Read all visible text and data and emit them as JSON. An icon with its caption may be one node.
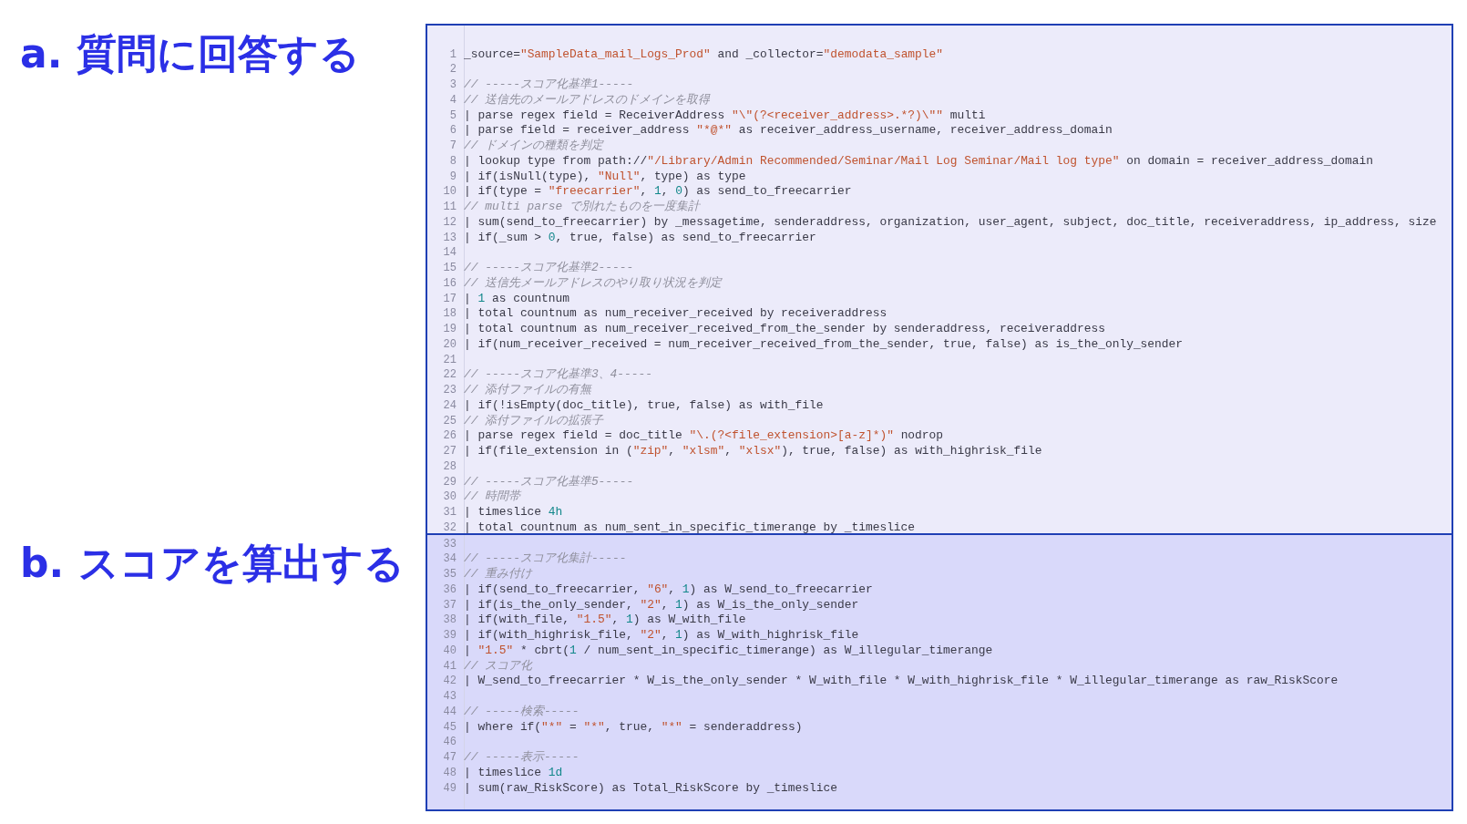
{
  "diagram": {
    "nodes": [
      {
        "text": [
          "a. 質問に回答する",
          "1",
          "_source=\"SampleData_mail_Logs_Prod\" and _collector=\"demodata_sample\"",
          "2",
          "3",
          "// -----スコア化基準1-----",
          "4",
          "// 送信先のメールアドレスのドメインを取得",
          "5",
          "| parse regex field = ReceiverAddress \"\\\"(?<receiver_address>.*?)\\\"\" multi",
          "6",
          "| parse field = receiver_address \"*@*\" as receiver_address_username, receiver_address_domain",
          "7",
          "// ドメインの種類を判定",
          "8",
          "| lookup type from path://\"/Library/Admin Recommended/Seminar/Mail Log Seminar/Mail log type\" on domain = receiver_address_domain",
          "9",
          "| if(isNull(type), \"Null\", type) as type",
          "10",
          "| if(type = \"freecarrier\", 1, 0) as send_to_freecarrier",
          "11",
          "// multi parse で別れたものを一度集計",
          "12",
          "| sum(send_to_freecarrier) by _messagetime, senderaddress, organization, user_agent, subject, doc_title, receiveraddress, ip_address, size",
          "13",
          "| if(_sum > 0, true, false) as send_to_freecarrier",
          "14",
          "15",
          "// -----スコア化基準2-----",
          "16",
          "// 送信先メールアドレスのやり取り状況を判定",
          "17",
          "| 1 as countnum",
          "18",
          "| total countnum as num_receiver_received by receiveraddress",
          "19",
          "| total countnum as num_receiver_received_from_the_sender by senderaddress, receiveraddress",
          "20",
          "| if(num_receiver_received = num_receiver_received_from_the_sender, true, false) as is_the_only_sender",
          "21",
          "22",
          "// -----スコア化基準3、4-----",
          "23",
          "// 添付ファイルの有無",
          "24",
          "| if(!isEmpty(doc_title), true, false) as with_file",
          "25",
          "// 添付ファイルの拡張子",
          "26",
          "| parse regex field = doc_title \"\\.(?<file_extension>[a-z]*)\" nodrop",
          "27",
          "| if(file_extension in (\"zip\", \"xlsm\", \"xlsx\"), true, false) as with_highrisk_file",
          "28",
          "29",
          "// -----スコア化基準5-----",
          "30",
          "// 時間帯",
          "31",
          "| timeslice 4h",
          "32",
          "| total countnum as num_sent_in_specific_timerange by _timeslice"
        ]
      },
      {
        "text": [
          "b. スコアを算出する",
          "33",
          "34",
          "// -----スコア化集計-----",
          "35",
          "// 重み付け",
          "36",
          "| if(send_to_freecarrier, \"6\", 1) as W_send_to_freecarrier",
          "37",
          "| if(is_the_only_sender, \"2\", 1) as W_is_the_only_sender",
          "38",
          "| if(with_file, \"1.5\", 1) as W_with_file",
          "39",
          "| if(with_highrisk_file, \"2\", 1) as W_with_highrisk_file",
          "40",
          "| \"1.5\" * cbrt(1 / num_sent_in_specific_timerange) as W_illegular_timerange",
          "41",
          "// スコア化",
          "42",
          "| W_send_to_freecarrier * W_is_the_only_sender * W_with_file * W_with_highrisk_file * W_illegular_timerange as raw_RiskScore",
          "43",
          "44",
          "// -----検索-----",
          "45",
          "| where if(\"*\" = \"*\", true, \"*\" = senderaddress)",
          "46",
          "47",
          "// -----表示-----",
          "48",
          "| timeslice 1d",
          "49",
          "| sum(raw_RiskScore) as Total_RiskScore by _timeslice"
        ]
      }
    ]
  }
}
